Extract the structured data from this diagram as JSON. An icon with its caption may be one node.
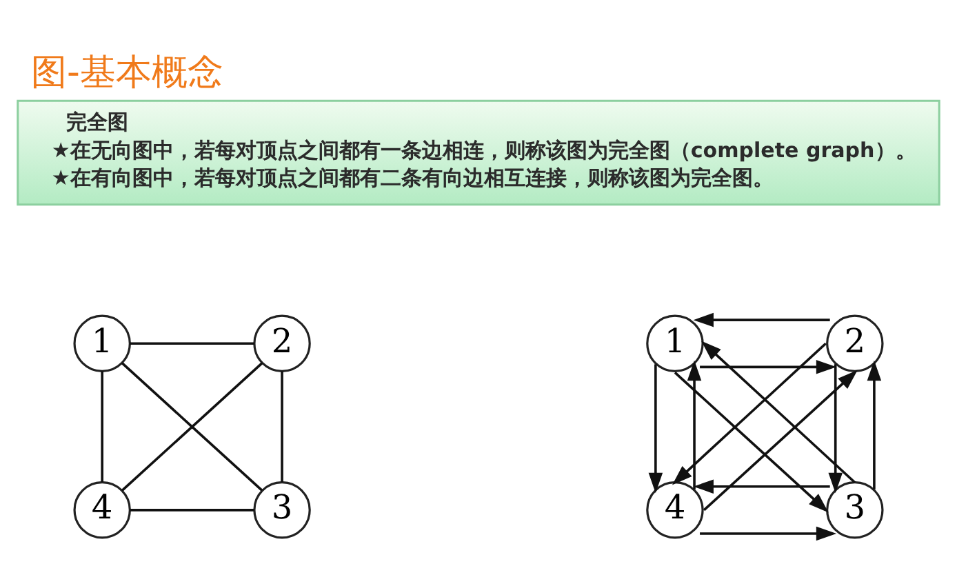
{
  "diagram": {
    "title": "图-基本概念",
    "nodes": [
      {
        "text": [
          "完全图",
          "★在无向图中，若每对顶点之间都有一条边相连，则称该图为完全图（complete graph）。",
          "★在有向图中，若每对顶点之间都有二条有向边相互连接，则称该图为完全图。"
        ]
      },
      {
        "text": [
          "1"
        ]
      },
      {
        "text": [
          "2"
        ]
      },
      {
        "text": [
          "4"
        ]
      },
      {
        "text": [
          "3"
        ]
      },
      {
        "text": [
          "1"
        ]
      },
      {
        "text": [
          "2"
        ]
      },
      {
        "text": [
          "4"
        ]
      },
      {
        "text": [
          "3"
        ]
      }
    ],
    "edges": [
      {
        "from": 1,
        "to": 2,
        "arrow": "none"
      },
      {
        "from": 1,
        "to": 3,
        "arrow": "none"
      },
      {
        "from": 1,
        "to": 4,
        "arrow": "none"
      },
      {
        "from": 2,
        "to": 3,
        "arrow": "none"
      },
      {
        "from": 2,
        "to": 4,
        "arrow": "none"
      },
      {
        "from": 3,
        "to": 4,
        "arrow": "none"
      },
      {
        "from": 5,
        "to": 6,
        "arrow": "to"
      },
      {
        "from": 6,
        "to": 5,
        "arrow": "to"
      },
      {
        "from": 5,
        "to": 7,
        "arrow": "to"
      },
      {
        "from": 7,
        "to": 5,
        "arrow": "to"
      },
      {
        "from": 5,
        "to": 8,
        "arrow": "to"
      },
      {
        "from": 8,
        "to": 5,
        "arrow": "to"
      },
      {
        "from": 6,
        "to": 7,
        "arrow": "to"
      },
      {
        "from": 7,
        "to": 6,
        "arrow": "to"
      },
      {
        "from": 6,
        "to": 8,
        "arrow": "to"
      },
      {
        "from": 8,
        "to": 6,
        "arrow": "to"
      },
      {
        "from": 7,
        "to": 8,
        "arrow": "to"
      },
      {
        "from": 8,
        "to": 7,
        "arrow": "to"
      }
    ]
  }
}
